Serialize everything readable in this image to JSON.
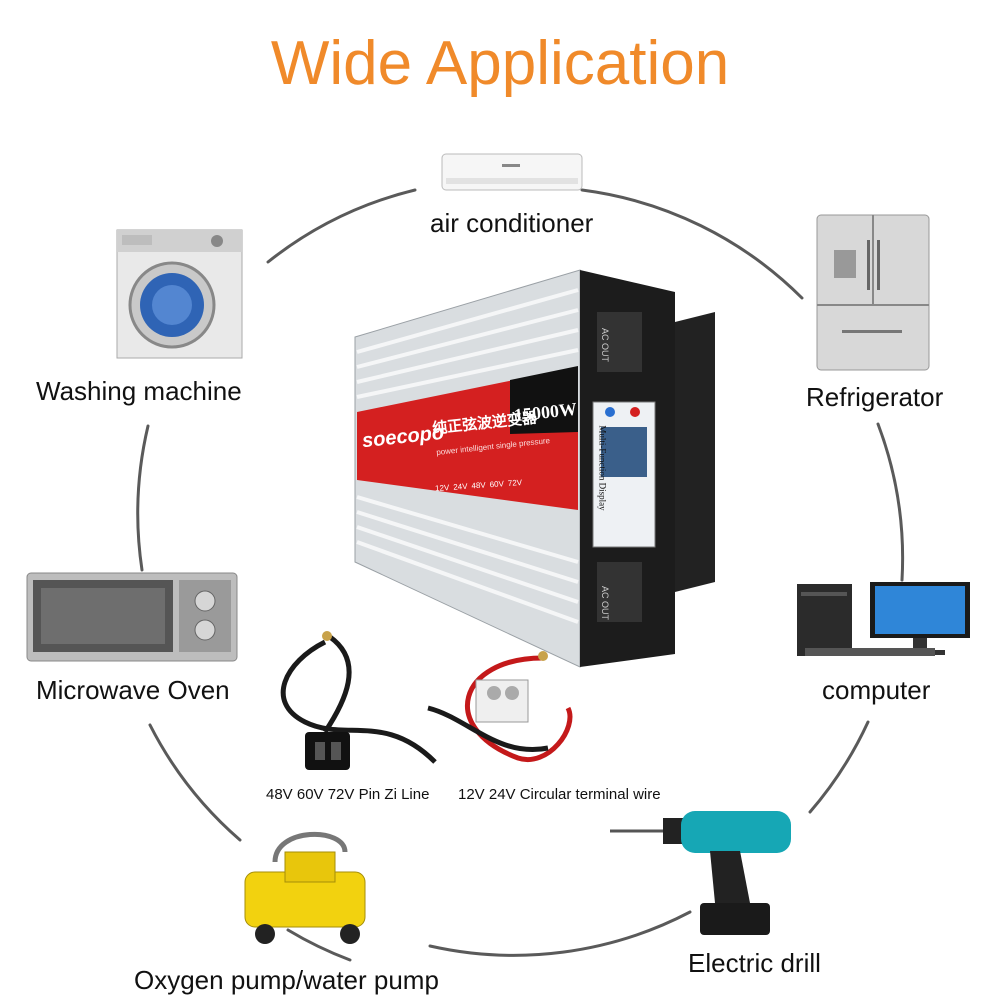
{
  "title": "Wide Application",
  "product": {
    "brand": "soecopo",
    "chinese_name": "纯正弦波逆变器",
    "subtitle": "power intelligent single pressure",
    "wattage": "15000W",
    "voltages": [
      "12V",
      "24V",
      "48V",
      "60V",
      "72V"
    ],
    "display_label": "Multi-Function Display",
    "ac_out_label": "AC OUT"
  },
  "appliances": {
    "air_conditioner": "air conditioner",
    "washing_machine": "Washing machine",
    "refrigerator": "Refrigerator",
    "microwave": "Microwave Oven",
    "computer": "computer",
    "pump": "Oxygen pump/water pump",
    "drill": "Electric drill"
  },
  "cables": {
    "pin_line": "48V 60V 72V Pin Zi Line",
    "terminal_wire": "12V 24V Circular terminal wire"
  },
  "colors": {
    "title": "#f08a2a",
    "ring": "#5a5a5a",
    "brand_red": "#d42020"
  }
}
